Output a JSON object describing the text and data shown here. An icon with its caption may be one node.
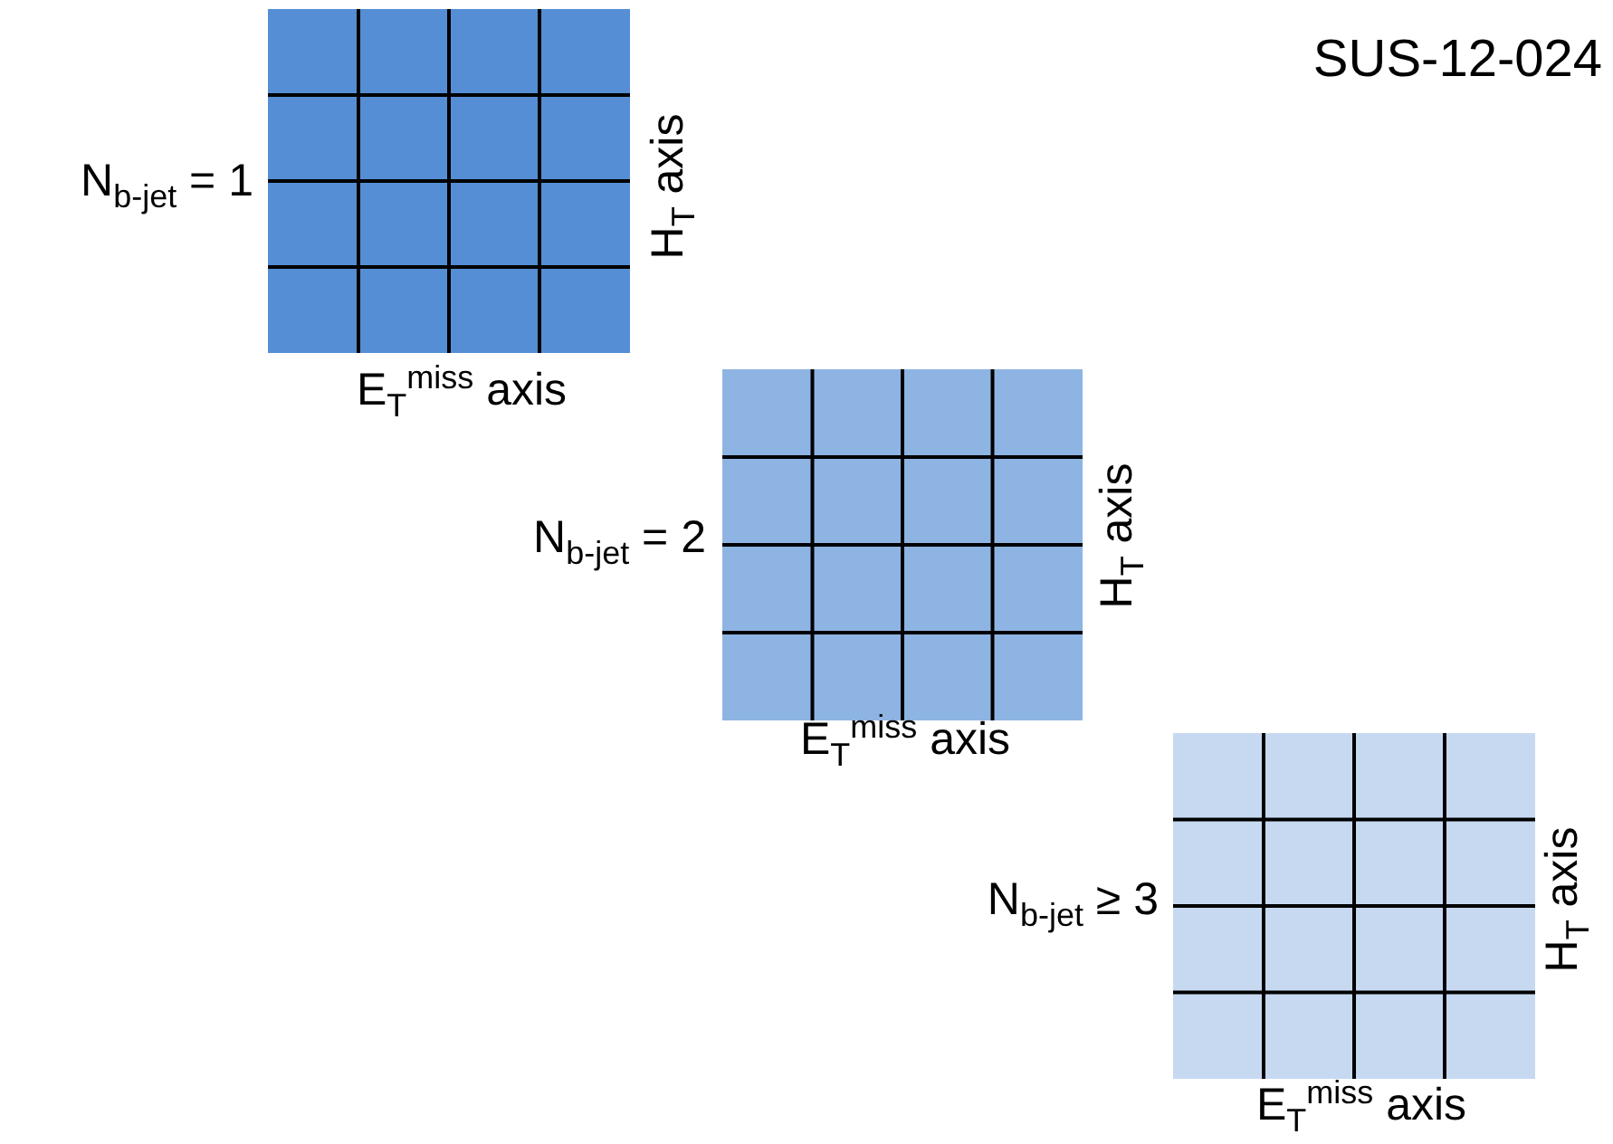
{
  "diagram": {
    "title": "SUS-12-024",
    "labels": [
      "N$_{b-jet}$ = 1",
      "H$_{T}$ axis",
      "E$_{T}$$^{miss}$ axis",
      "N$_{b-jet}$ = 2",
      "H$_{T}$ axis",
      "E$_{T}$$^{miss}$ axis",
      "N$_{b-jet}$ ≥ 3",
      "H$_{T}$ axis",
      "E$_{T}$$^{miss}$ axis"
    ]
  }
}
